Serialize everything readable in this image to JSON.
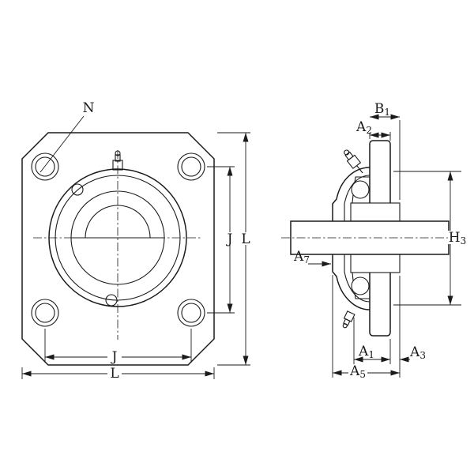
{
  "drawing": {
    "background": "#ffffff",
    "line_color": "#1a1a1a"
  },
  "front": {
    "labels": {
      "n": "N",
      "j_bottom": "J",
      "l_bottom": "L",
      "j_right": "J",
      "l_right": "L"
    }
  },
  "side": {
    "labels": {
      "b1": {
        "base": "B",
        "sub": "1"
      },
      "a2": {
        "base": "A",
        "sub": "2"
      },
      "h3": {
        "base": "H",
        "sub": "3"
      },
      "a7": {
        "base": "A",
        "sub": "7"
      },
      "a1": {
        "base": "A",
        "sub": "1"
      },
      "a3": {
        "base": "A",
        "sub": "3"
      },
      "a5": {
        "base": "A",
        "sub": "5"
      }
    }
  }
}
